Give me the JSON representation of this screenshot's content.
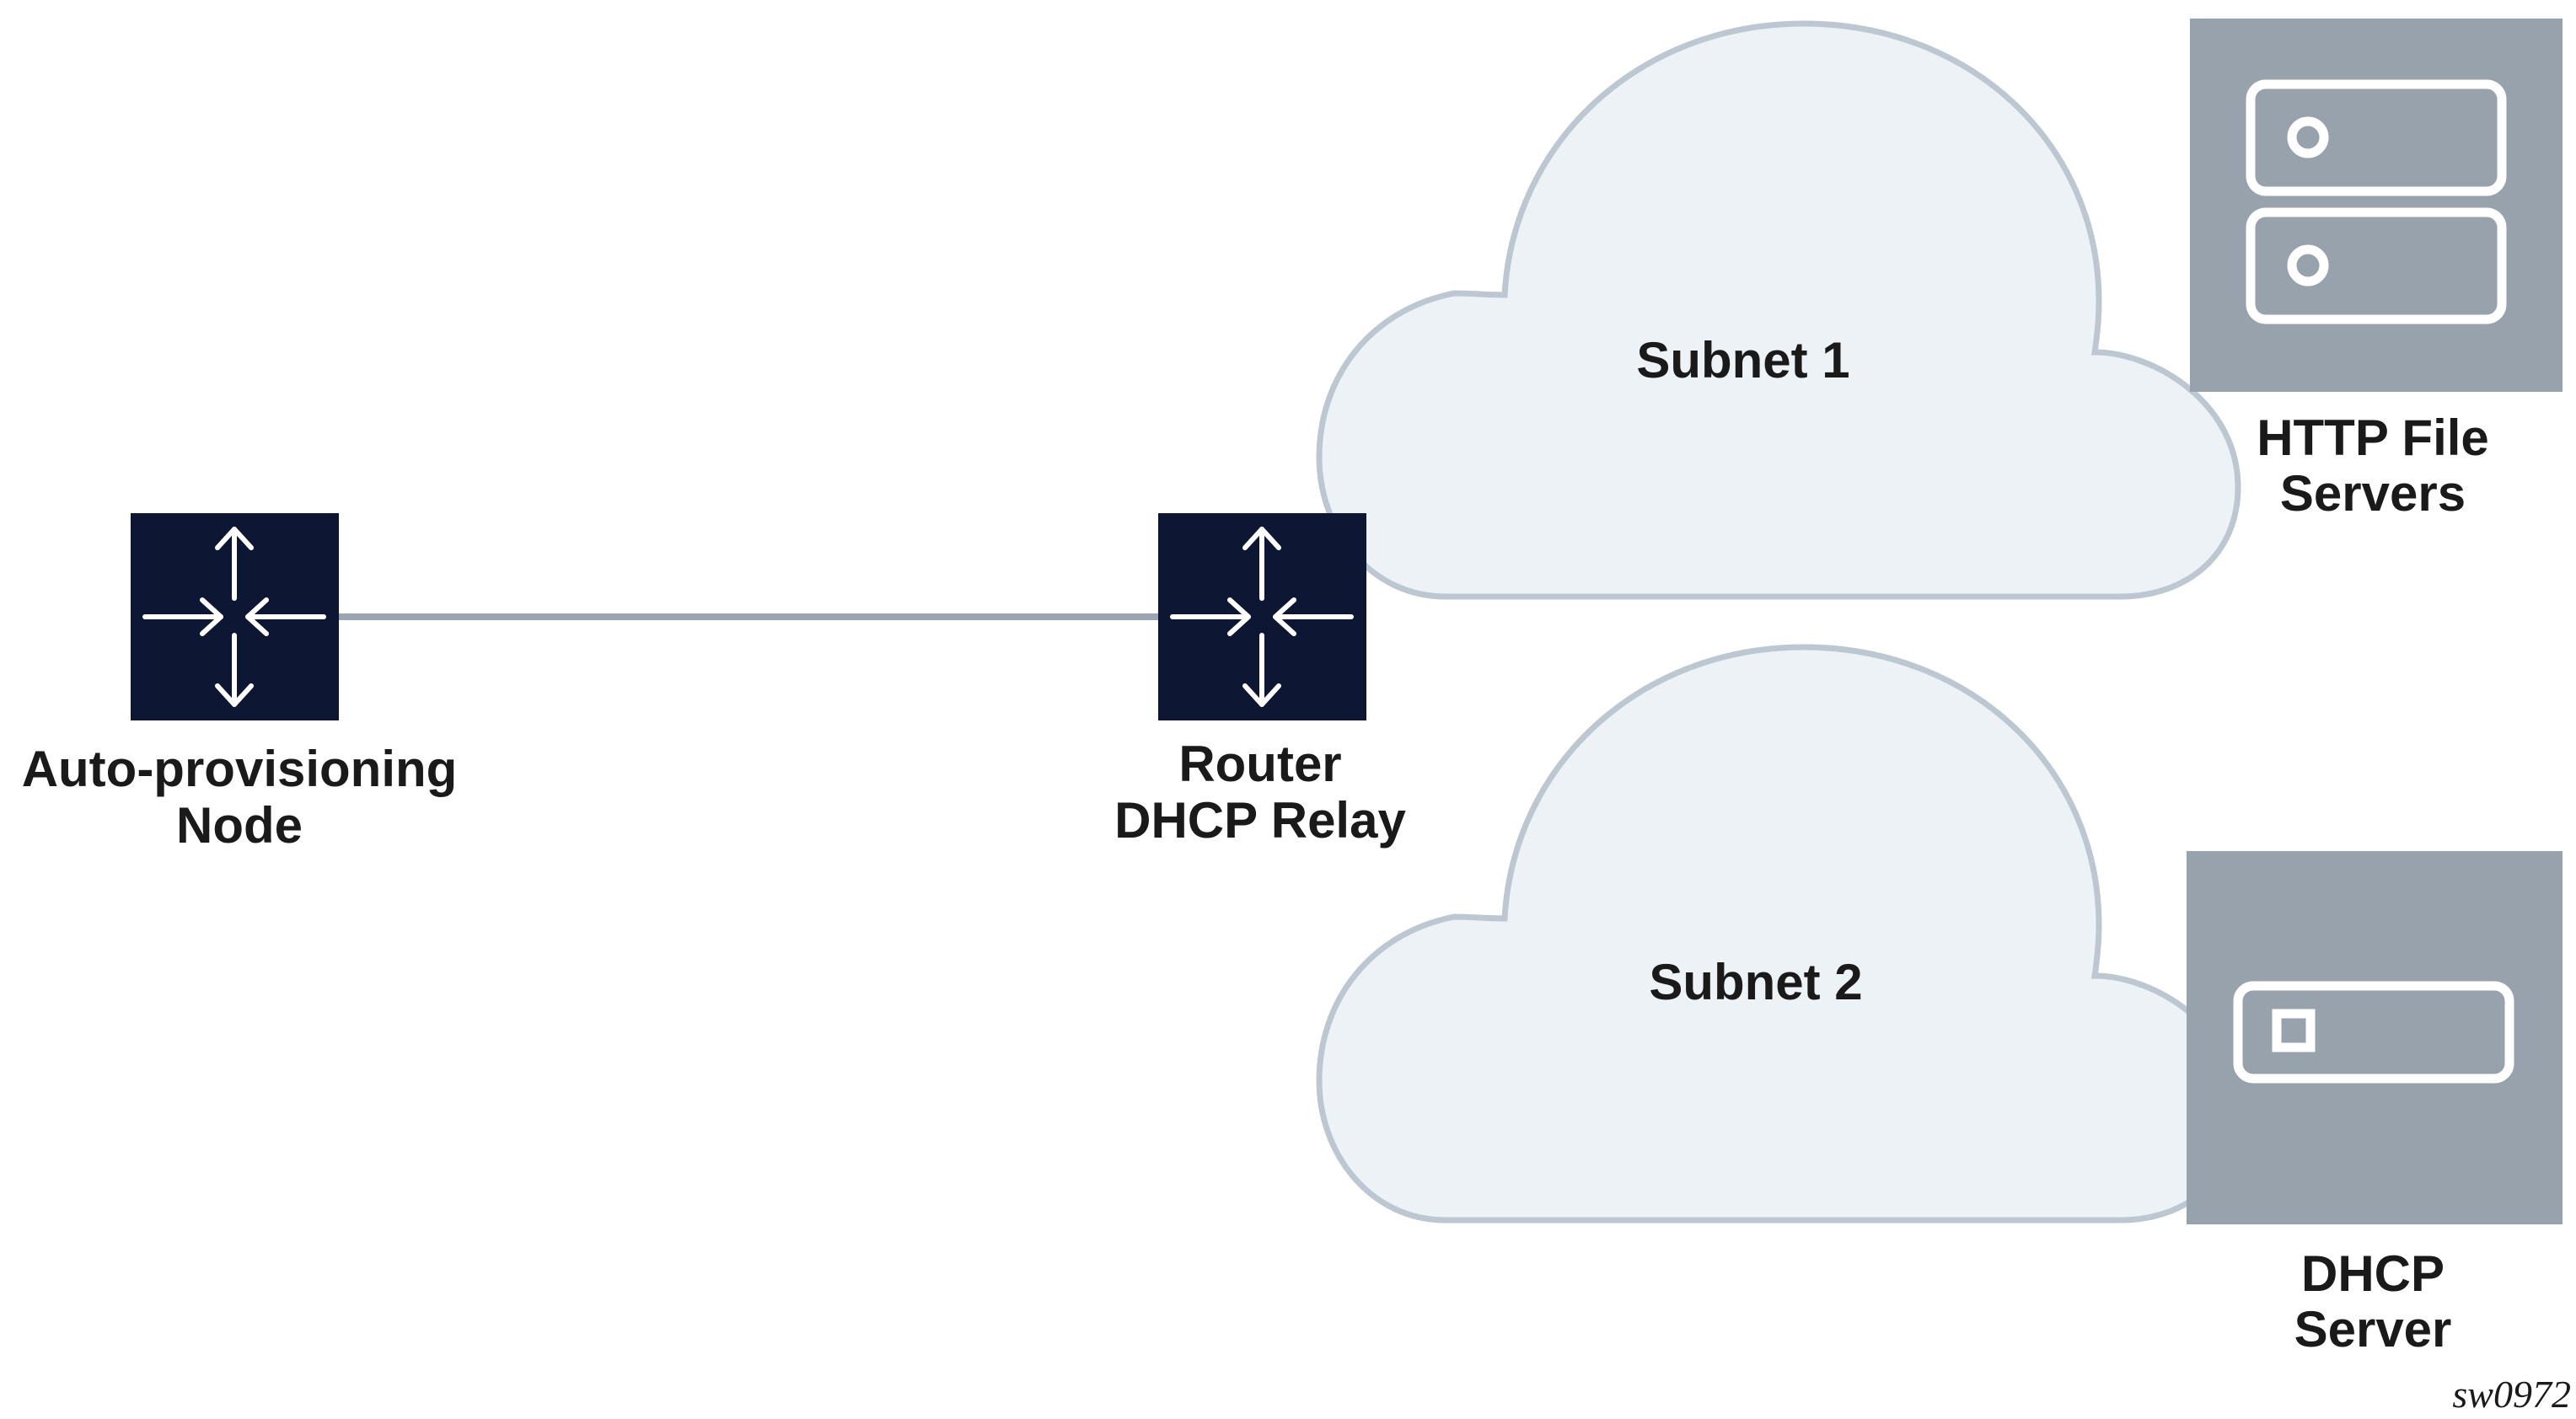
{
  "labels": {
    "auto_node_line1": "Auto-provisioning",
    "auto_node_line2": "Node",
    "router_line1": "Router",
    "router_line2": "DHCP Relay",
    "subnet1": "Subnet 1",
    "subnet2": "Subnet 2",
    "http_line1": "HTTP File",
    "http_line2": "Servers",
    "dhcp_line1": "DHCP",
    "dhcp_line2": "Server",
    "figure_id": "sw0972"
  },
  "icons": {
    "auto_node": "router-icon",
    "router": "router-icon",
    "http_servers": "server-stack-icon",
    "dhcp_server": "server-icon"
  },
  "colors": {
    "router_fill": "#0d1733",
    "router_arrows": "#ffffff",
    "link_line": "#9aa5b1",
    "cloud_fill": "#edf2f6",
    "cloud_stroke": "#bcc7d1",
    "server_fill": "#98a2ad",
    "server_stroke": "#ffffff",
    "text": "#1a1a1a"
  }
}
